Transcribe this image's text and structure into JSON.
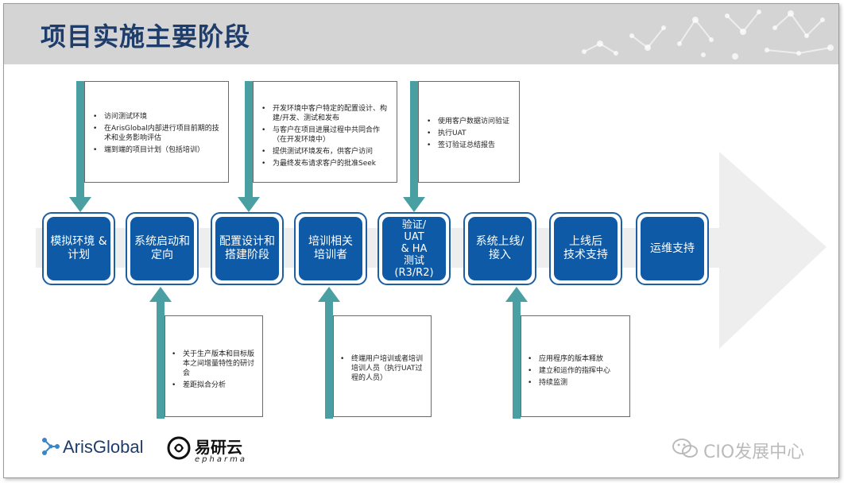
{
  "title": "项目实施主要阶段",
  "stages": [
    {
      "label": "模拟环境 &\n计划"
    },
    {
      "label": "系统启动和\n定向"
    },
    {
      "label": "配置设计和\n搭建阶段"
    },
    {
      "label": "培训相关\n培训者"
    },
    {
      "label": "验证/\nUAT\n& HA\n测试\n(R3/R2)"
    },
    {
      "label": "系统上线/\n接入"
    },
    {
      "label": "上线后\n技术支持"
    },
    {
      "label": "运维支持"
    }
  ],
  "notes_top": [
    {
      "items": [
        "访问测试环境",
        "在ArisGlobal内部进行项目前期的技术和业务影响评估",
        "端到端的项目计划（包括培训）"
      ]
    },
    {
      "items": [
        "开发环境中客户特定的配置设计、构建/开发、测试和发布",
        "与客户在项目进展过程中共同合作（在开发环境中）",
        "提供测试环境发布，供客户访问",
        "为最终发布请求客户的批准Seek"
      ]
    },
    {
      "items": [
        "使用客户数据访问验证",
        "执行UAT",
        "签订验证总结报告"
      ]
    }
  ],
  "notes_bottom": [
    {
      "items": [
        "关于生产版本和目标版本之间增量特性的研讨会",
        "差距拟合分析"
      ]
    },
    {
      "items": [
        "终端用户培训或者培训培训人员（执行UAT过程的人员）"
      ]
    },
    {
      "items": [
        "应用程序的版本释放",
        "建立和运作的指挥中心",
        "持续监测"
      ]
    }
  ],
  "footer": {
    "aris_logo_text": "ArisGlobal",
    "yiyan_logo_text": "易研云",
    "epharma_text": "epharma",
    "wechat_text": "CIO发展中心"
  },
  "colors": {
    "stage_fill": "#0f5aa6",
    "connector": "#4a9fa3",
    "header_bg": "#d4d4d4",
    "title": "#1f3d6b"
  }
}
